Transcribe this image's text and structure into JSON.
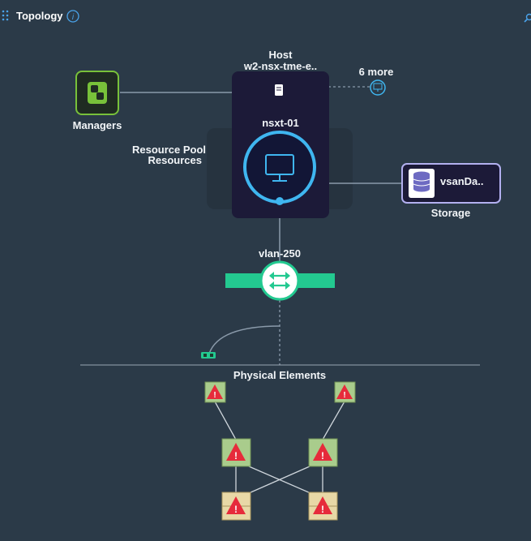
{
  "header": {
    "title": "Topology"
  },
  "host": {
    "caption": "Host",
    "name": "w2-nsx-tme-e..",
    "vm_name": "nsxt-01"
  },
  "more": {
    "label": "6 more"
  },
  "managers": {
    "label": "Managers"
  },
  "resource_pool": {
    "line1": "Resource Pool",
    "line2": "Resources"
  },
  "storage": {
    "name": "vsanDa..",
    "label": "Storage"
  },
  "network": {
    "name": "vlan-250"
  },
  "physical": {
    "label": "Physical Elements"
  },
  "icons": {
    "managers": "nsx-managers-icon",
    "host": "server-icon",
    "vm": "monitor-icon",
    "storage": "database-icon",
    "switch": "switch-arrows-icon",
    "alert": "alert-triangle-icon"
  },
  "colors": {
    "background": "#2b3a48",
    "host_card": "#1c1a38",
    "vm_ring": "#3fb6f0",
    "segment": "#23c990",
    "managers_green": "#78c13a",
    "storage_border": "#b3b0f0",
    "alert": "#e62b3b",
    "device_green": "#a9cc8c",
    "device_tan": "#e8d8a6"
  }
}
